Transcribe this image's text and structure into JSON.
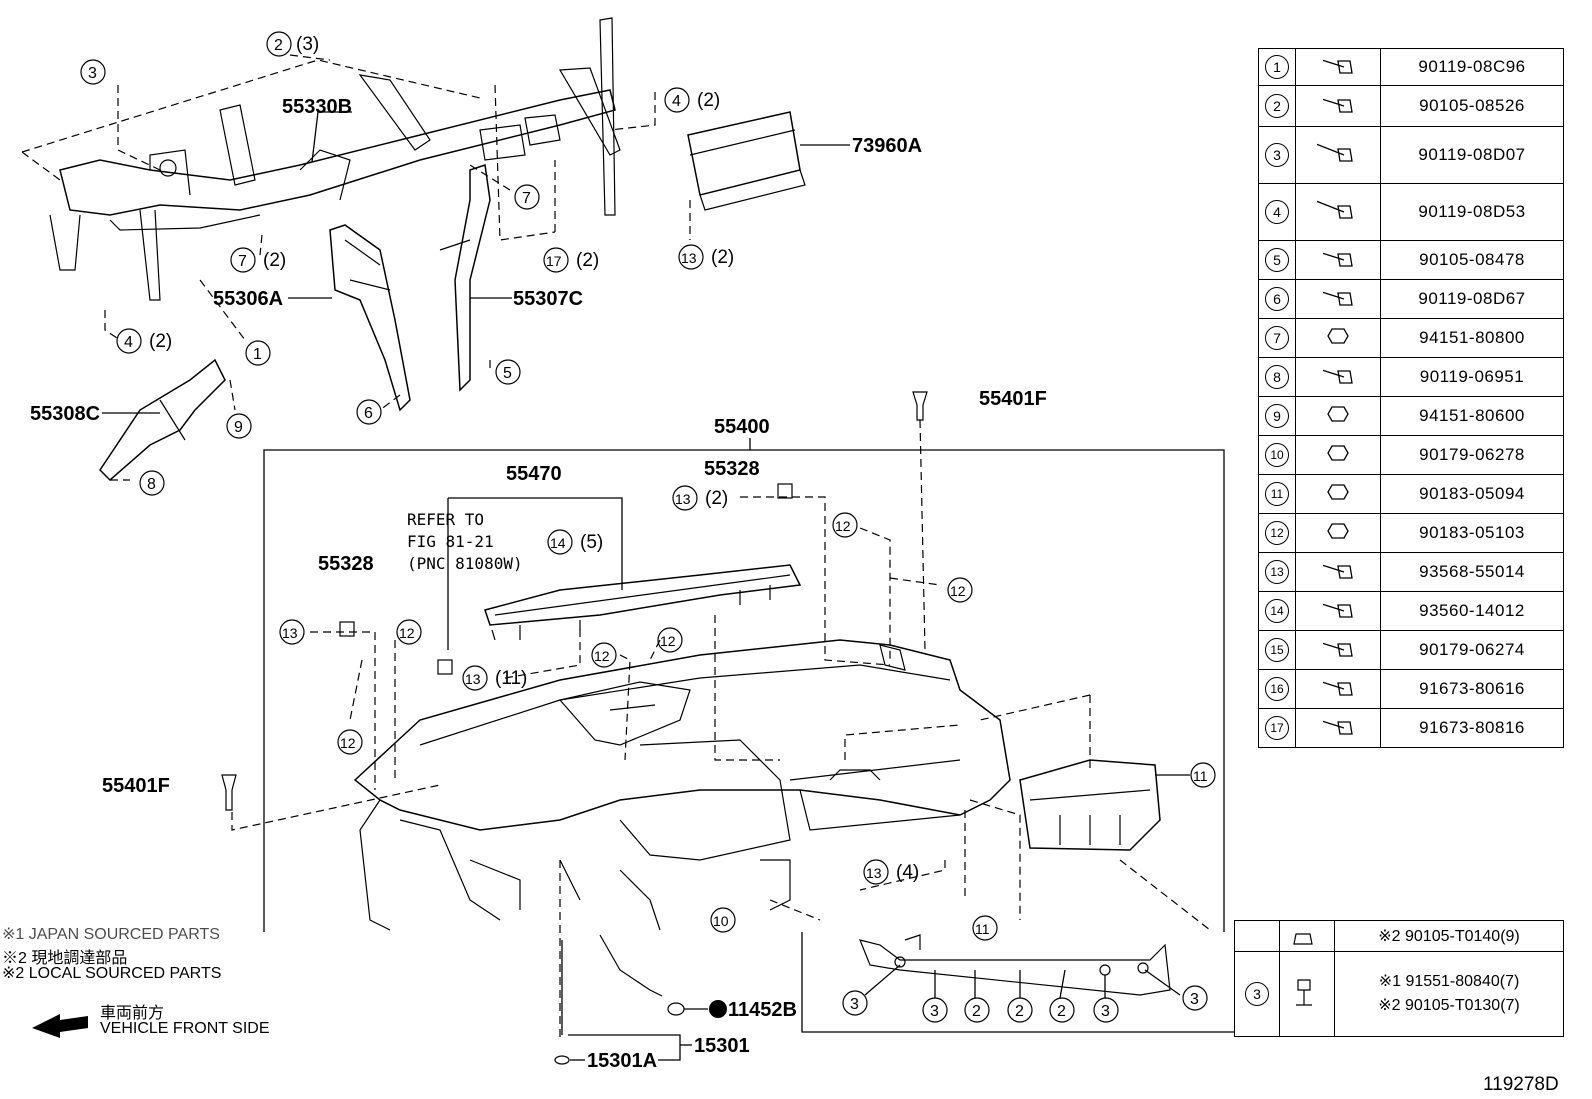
{
  "parts_table": [
    {
      "idx": "1",
      "pn": "90119-08C96"
    },
    {
      "idx": "2",
      "pn": "90105-08526"
    },
    {
      "idx": "3",
      "pn": "90119-08D07"
    },
    {
      "idx": "4",
      "pn": "90119-08D53"
    },
    {
      "idx": "5",
      "pn": "90105-08478"
    },
    {
      "idx": "6",
      "pn": "90119-08D67"
    },
    {
      "idx": "7",
      "pn": "94151-80800"
    },
    {
      "idx": "8",
      "pn": "90119-06951"
    },
    {
      "idx": "9",
      "pn": "94151-80600"
    },
    {
      "idx": "10",
      "pn": "90179-06278"
    },
    {
      "idx": "11",
      "pn": "90183-05094"
    },
    {
      "idx": "12",
      "pn": "90183-05103"
    },
    {
      "idx": "13",
      "pn": "93568-55014"
    },
    {
      "idx": "14",
      "pn": "93560-14012"
    },
    {
      "idx": "15",
      "pn": "90179-06274"
    },
    {
      "idx": "16",
      "pn": "91673-80616"
    },
    {
      "idx": "17",
      "pn": "91673-80816"
    }
  ],
  "labels": {
    "p55330B": "55330B",
    "p73960A": "73960A",
    "p55306A": "55306A",
    "p55307C": "55307C",
    "p55308C": "55308C",
    "p55400": "55400",
    "p55401F_top": "55401F",
    "p55470": "55470",
    "p55328_a": "55328",
    "p55328_b": "55328",
    "p55401F_left": "55401F",
    "p11452B": "11452B",
    "p15301A": "15301A",
    "p15301": "15301",
    "refer1": "REFER TO",
    "refer2": "FIG 81-21",
    "refer3": "(PNC 81080W)",
    "diagram_id": "119278D"
  },
  "callouts": {
    "c2_3": "(3)",
    "c4_2": "(2)",
    "c7_2": "(2)",
    "c17_2": "(2)",
    "c13_2": "(2)",
    "c4b_2": "(2)",
    "c13b_2": "(2)",
    "c14_5": "(5)",
    "c13_11": "(11)",
    "c13_4": "(4)"
  },
  "legend": {
    "line1": "※1  JAPAN SOURCED PARTS",
    "line2": "※2  現地調達部品",
    "line3": "※2  LOCAL SOURCED PARTS",
    "front_jp": "車両前方",
    "front_en": "VEHICLE FRONT SIDE"
  },
  "bottom_table": {
    "row1_idx": "",
    "row1_text": "※2 90105-T0140(9)",
    "row2_idx": "3",
    "row2_line1": "※1 91551-80840(7)",
    "row2_line2": "※2 90105-T0130(7)"
  }
}
